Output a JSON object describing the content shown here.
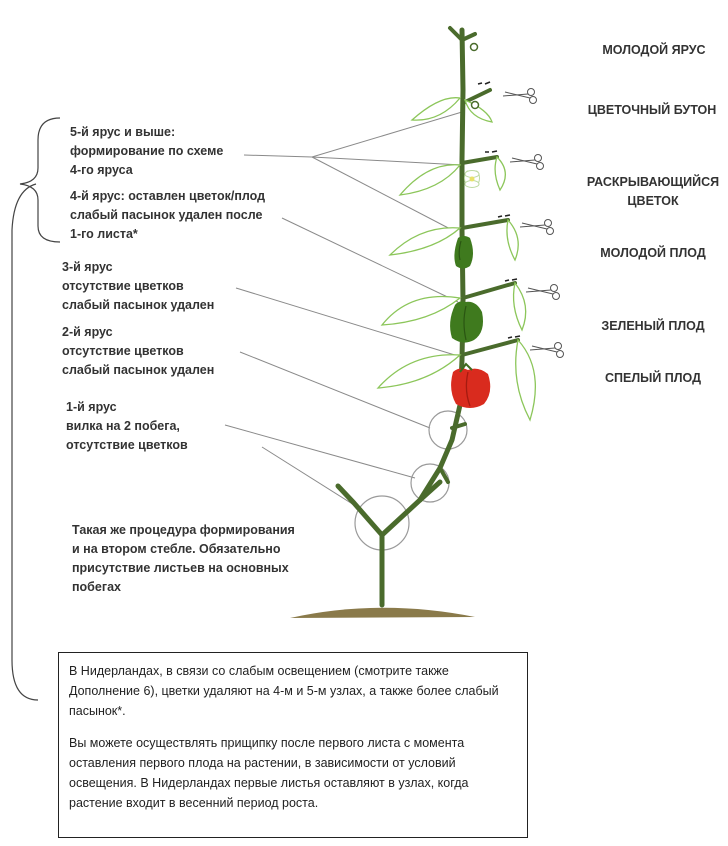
{
  "stage_labels": [
    {
      "id": "young-tier",
      "text": "МОЛОДОЙ ЯРУС"
    },
    {
      "id": "flower-bud",
      "text": "ЦВЕТОЧНЫЙ БУТОН"
    },
    {
      "id": "opening-flower",
      "text": "РАСКРЫВАЮЩИЙСЯ\nЦВЕТОК"
    },
    {
      "id": "young-fruit",
      "text": "МОЛОДОЙ ПЛОД"
    },
    {
      "id": "green-fruit",
      "text": "ЗЕЛЕНЫЙ ПЛОД"
    },
    {
      "id": "ripe-fruit",
      "text": "СПЕЛЫЙ ПЛОД"
    }
  ],
  "tier_labels": {
    "tier5": "5-й ярус и выше:\nформирование по схеме\n4-го яруса",
    "tier4": "4-й ярус: оставлен цветок/плод\nслабый пасынок удален после\n1-го листа*",
    "tier3": "3-й ярус\nотсутствие цветков\nслабый пасынок удален",
    "tier2": "2-й ярус\nотсутствие цветков\nслабый пасынок удален",
    "tier1": "1-й ярус\nвилка на 2 побега,\nотсутствие цветков",
    "second_stem": "Такая же процедура формирования\nи на втором стебле. Обязательно\nприсутствие листьев на основных\nпобегах"
  },
  "note": {
    "paragraph1": "В Нидерландах, в связи со слабым освещением (смотрите  также Дополнение 6), цветки удаляют на 4-м и 5-м узлах, а также более слабый пасынок*.",
    "paragraph2": "Вы можете осуществлять прищипку после первого листа с момента оставления первого плода на растении, в зависимости от условий освещения. В Нидерландах первые листья оставляют в узлах, когда растение входит в весенний период роста."
  },
  "colors": {
    "stem": "#4a6b2c",
    "leaf_outline": "#8cc65a",
    "green_fruit": "#3f7a1e",
    "red_fruit": "#d92b1e",
    "soil": "#8a7a4a",
    "pointer_line": "#8a8a8a"
  }
}
